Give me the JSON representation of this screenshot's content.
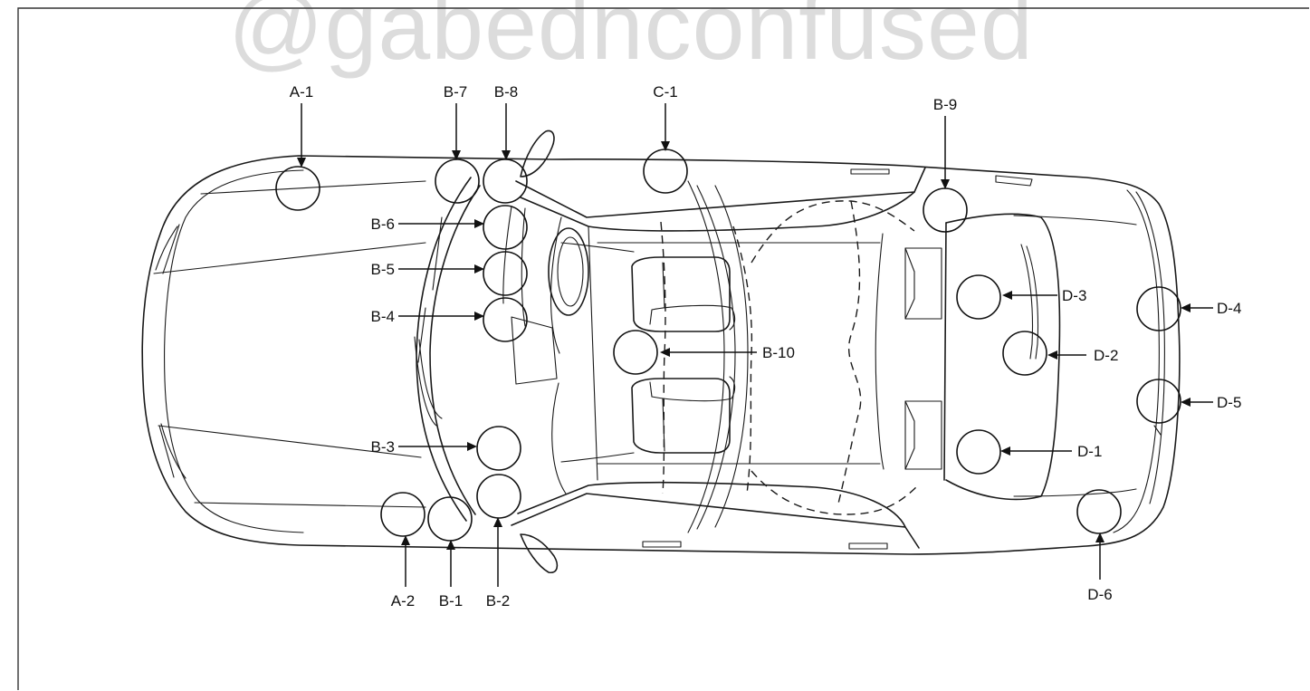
{
  "watermark": "@gabednconfused",
  "labels": {
    "A-1": "A-1",
    "A-2": "A-2",
    "B-1": "B-1",
    "B-2": "B-2",
    "B-3": "B-3",
    "B-4": "B-4",
    "B-5": "B-5",
    "B-6": "B-6",
    "B-7": "B-7",
    "B-8": "B-8",
    "B-9": "B-9",
    "B-10": "B-10",
    "C-1": "C-1",
    "D-1": "D-1",
    "D-2": "D-2",
    "D-3": "D-3",
    "D-4": "D-4",
    "D-5": "D-5",
    "D-6": "D-6"
  },
  "colors": {
    "line": "#1a1a1a",
    "watermark": "#dcdcdc",
    "background": "#ffffff"
  }
}
